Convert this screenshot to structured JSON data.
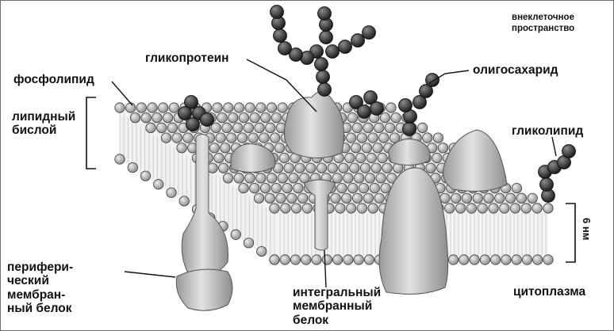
{
  "diagram": {
    "labels": {
      "extracellular": "внеклеточное\nпространство",
      "glycoprotein": "гликопротеин",
      "phospholipid": "фосфолипид",
      "oligosaccharide": "олигосахарид",
      "lipid_bilayer": "липидный\nбислой",
      "glycolipid": "гликолипид",
      "thickness": "6 нм",
      "peripheral_protein": "перифери-\nческий\nмембран-\nный белок",
      "integral_protein": "интегральный\nмембранный\nбелок",
      "cytoplasm": "цитоплазма"
    },
    "colors": {
      "head_fill": "#bcbcbc",
      "head_stroke": "#3a3a3a",
      "protein_fill": "#c8c8c8",
      "sugar_fill": "#3c3c3c",
      "tail": "#cfcfcf",
      "line": "#111111"
    }
  }
}
